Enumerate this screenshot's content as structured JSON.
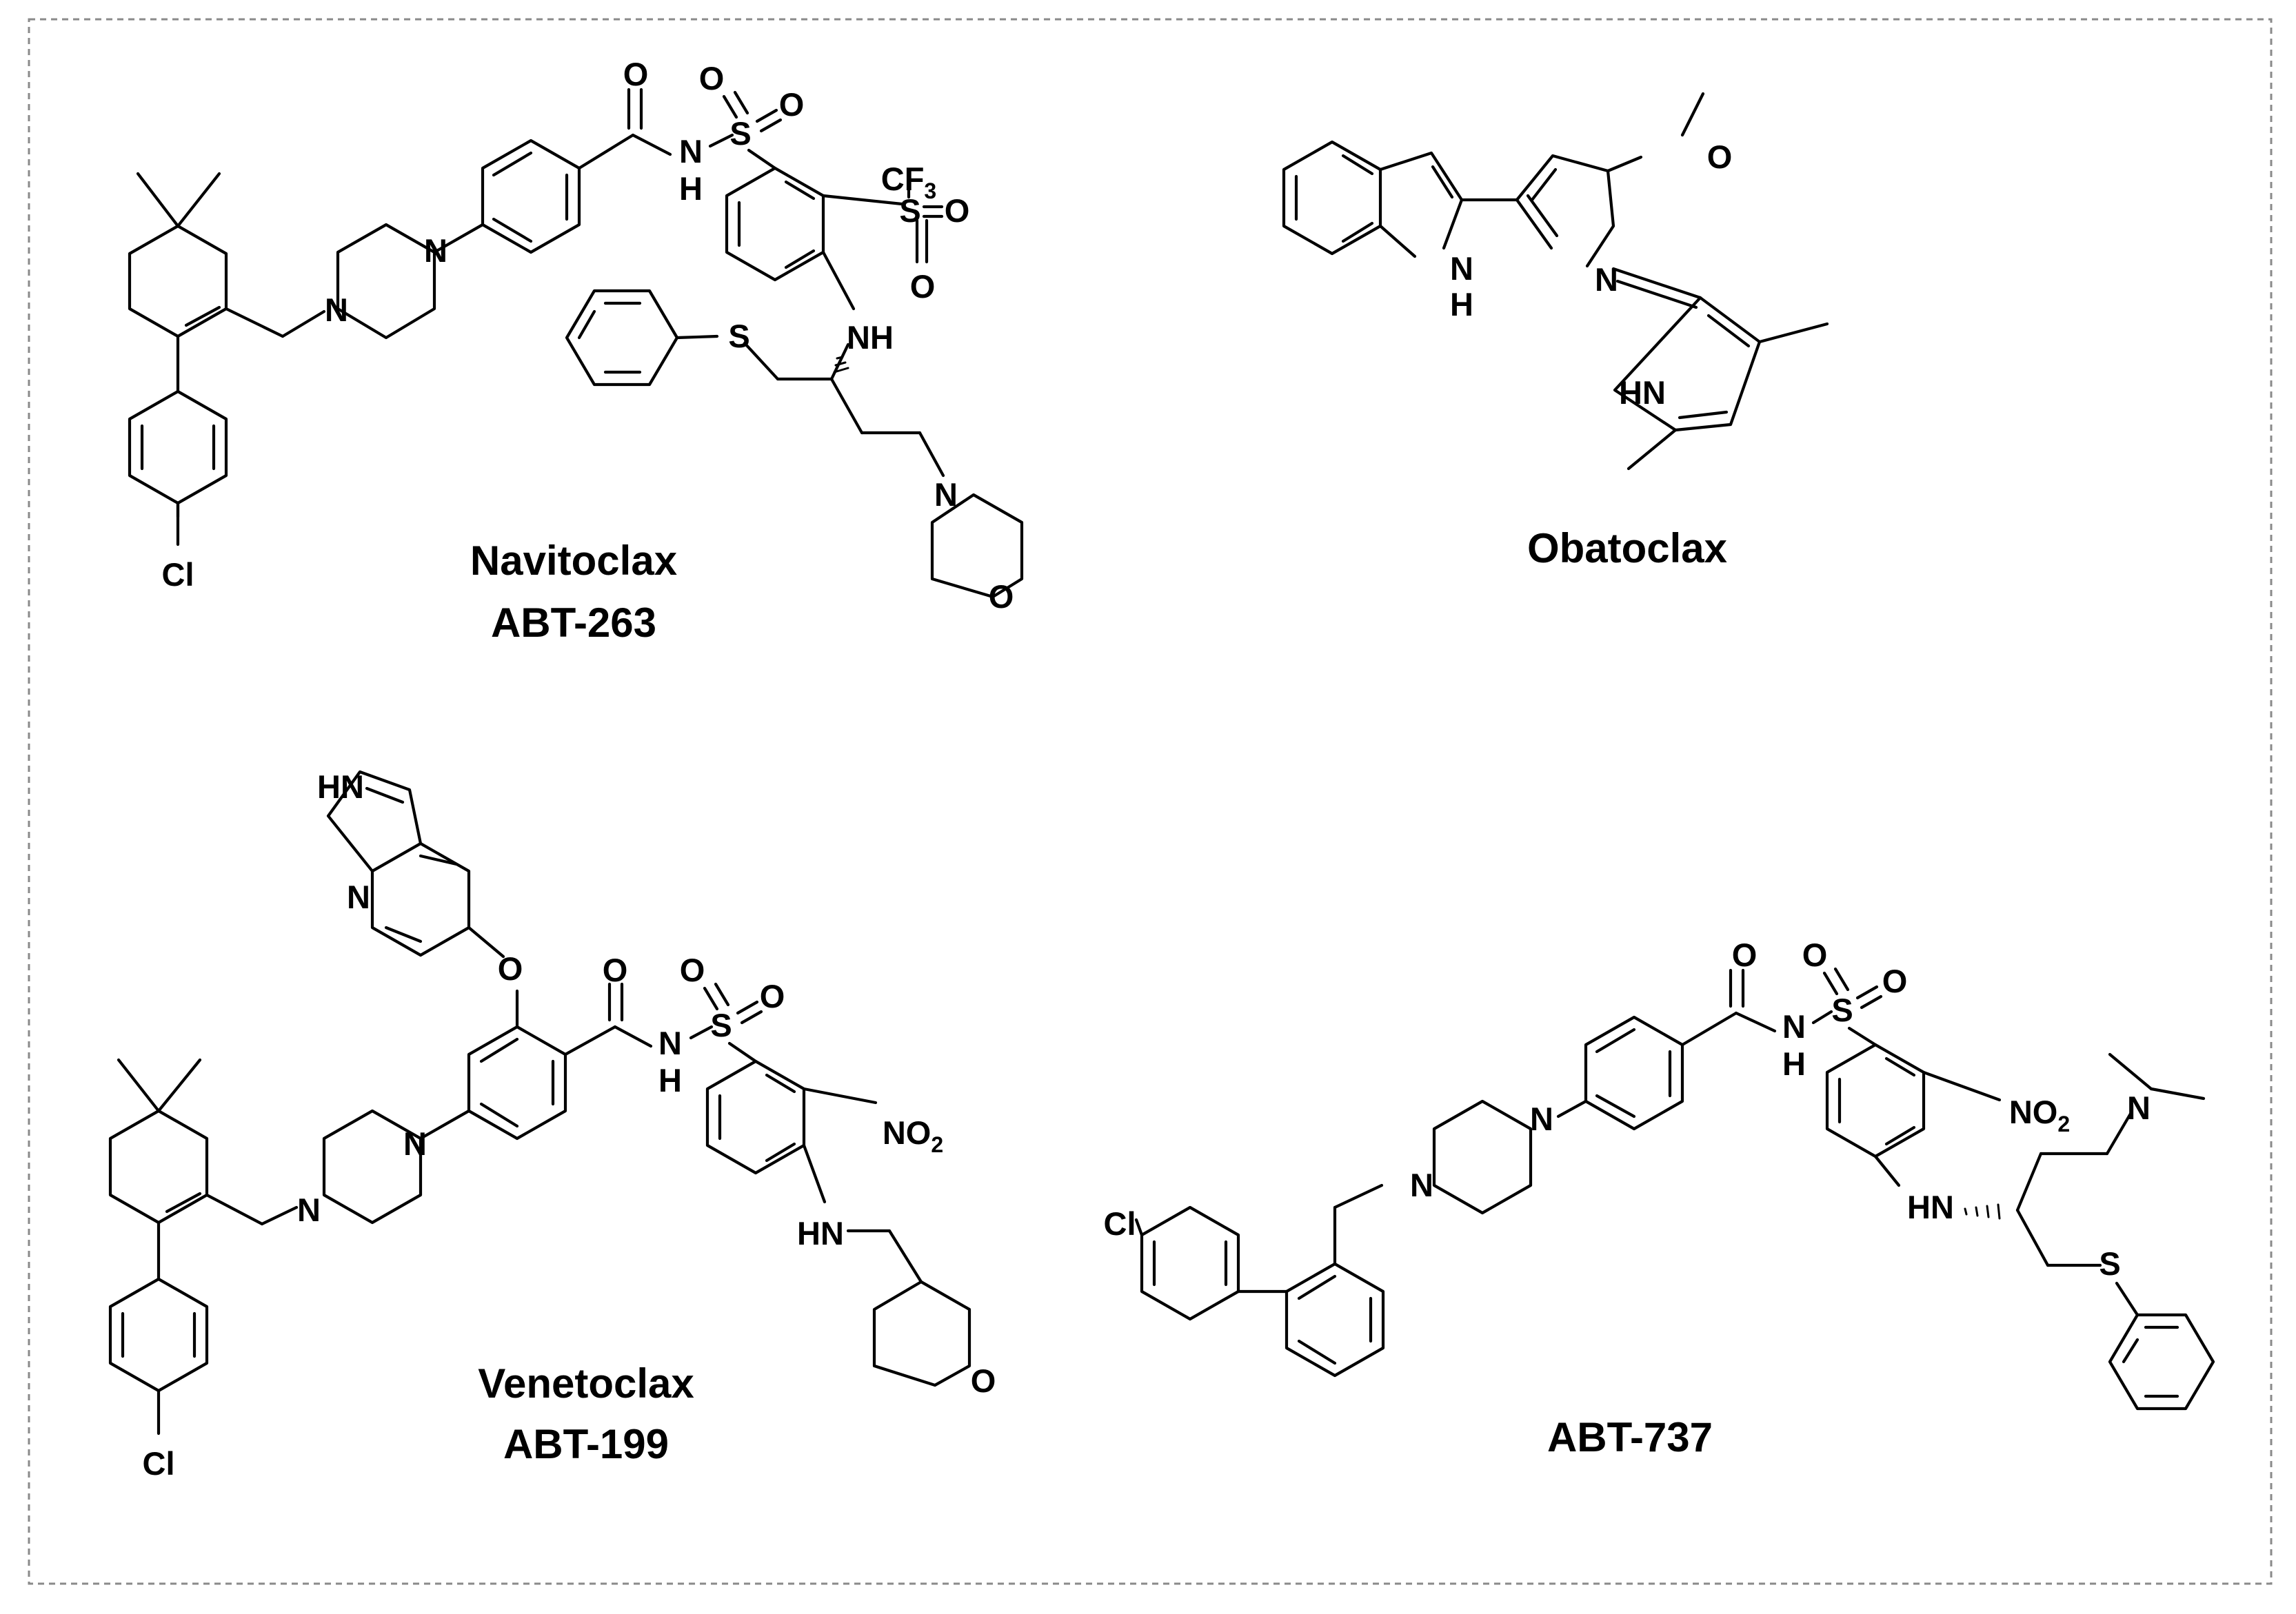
{
  "compounds": [
    {
      "name": "Navitoclax",
      "code": "ABT-263"
    },
    {
      "name": "Obatoclax"
    },
    {
      "name": "Venetoclax",
      "code": "ABT-199"
    },
    {
      "name": "ABT-737"
    }
  ],
  "atoms": {
    "o": "O",
    "s": "S",
    "n": "N",
    "nh": "NH",
    "hn": "HN",
    "h": "H",
    "cl": "Cl",
    "cf3": "CF",
    "cf3_sub": "3",
    "no2": "NO",
    "no2_sub": "2"
  }
}
